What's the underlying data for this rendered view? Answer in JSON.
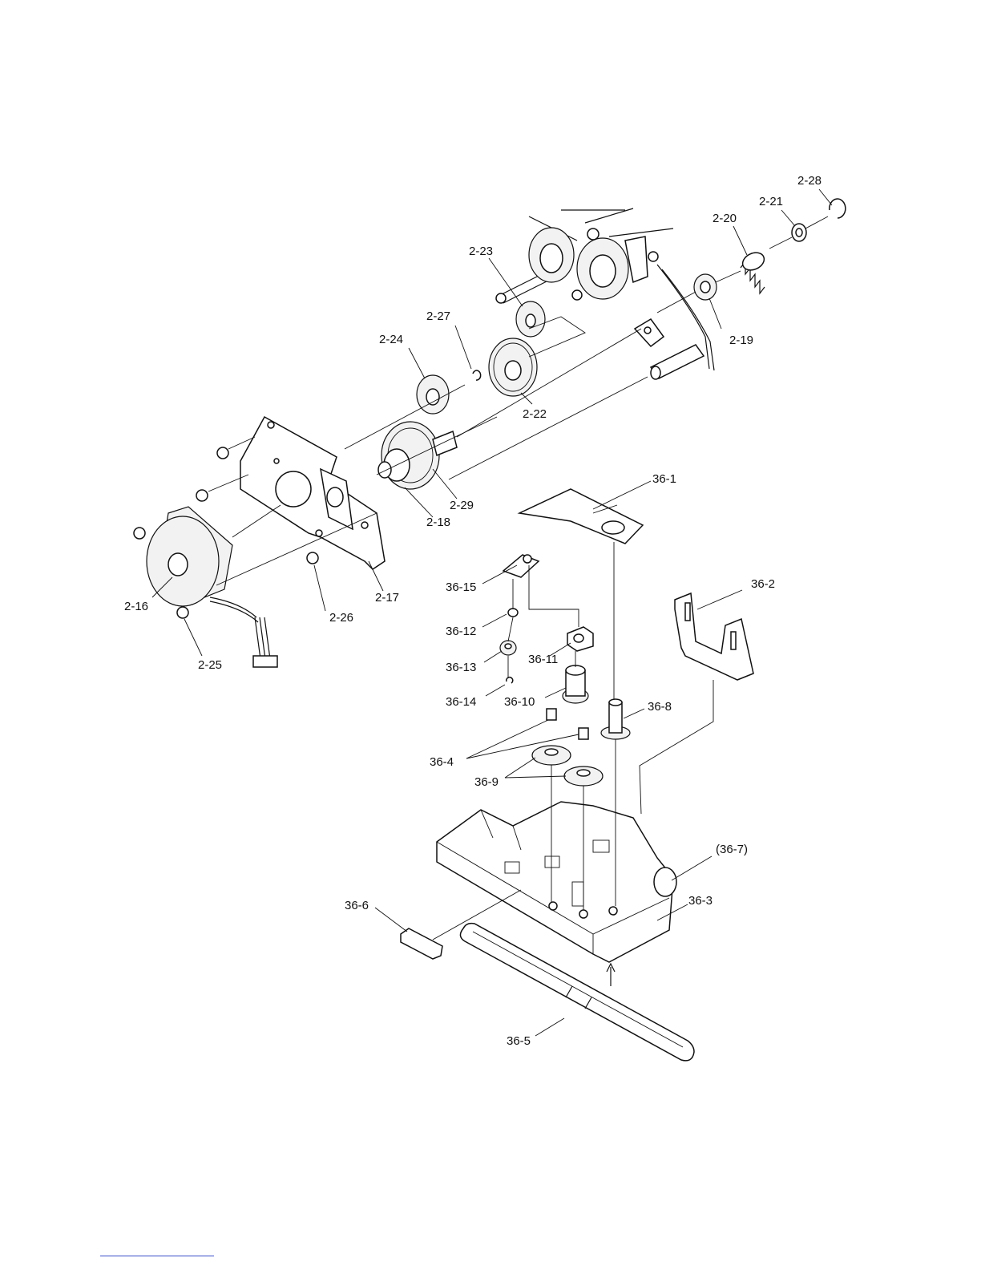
{
  "callouts": [
    {
      "id": "2-16",
      "text": "2-16"
    },
    {
      "id": "2-17",
      "text": "2-17"
    },
    {
      "id": "2-18",
      "text": "2-18"
    },
    {
      "id": "2-19",
      "text": "2-19"
    },
    {
      "id": "2-20",
      "text": "2-20"
    },
    {
      "id": "2-21",
      "text": "2-21"
    },
    {
      "id": "2-22",
      "text": "2-22"
    },
    {
      "id": "2-23",
      "text": "2-23"
    },
    {
      "id": "2-24",
      "text": "2-24"
    },
    {
      "id": "2-25",
      "text": "2-25"
    },
    {
      "id": "2-26",
      "text": "2-26"
    },
    {
      "id": "2-27",
      "text": "2-27"
    },
    {
      "id": "2-28",
      "text": "2-28"
    },
    {
      "id": "2-29",
      "text": "2-29"
    },
    {
      "id": "36-1",
      "text": "36-1"
    },
    {
      "id": "36-2",
      "text": "36-2"
    },
    {
      "id": "36-3",
      "text": "36-3"
    },
    {
      "id": "36-4",
      "text": "36-4"
    },
    {
      "id": "36-5",
      "text": "36-5"
    },
    {
      "id": "36-6",
      "text": "36-6"
    },
    {
      "id": "36-7",
      "text": "(36-7)"
    },
    {
      "id": "36-8",
      "text": "36-8"
    },
    {
      "id": "36-9",
      "text": "36-9"
    },
    {
      "id": "36-10",
      "text": "36-10"
    },
    {
      "id": "36-11",
      "text": "36-11"
    },
    {
      "id": "36-12",
      "text": "36-12"
    },
    {
      "id": "36-13",
      "text": "36-13"
    },
    {
      "id": "36-14",
      "text": "36-14"
    },
    {
      "id": "36-15",
      "text": "36-15"
    }
  ],
  "colors": {
    "line": "#111111",
    "footer_rule": "#3a4fc9"
  }
}
